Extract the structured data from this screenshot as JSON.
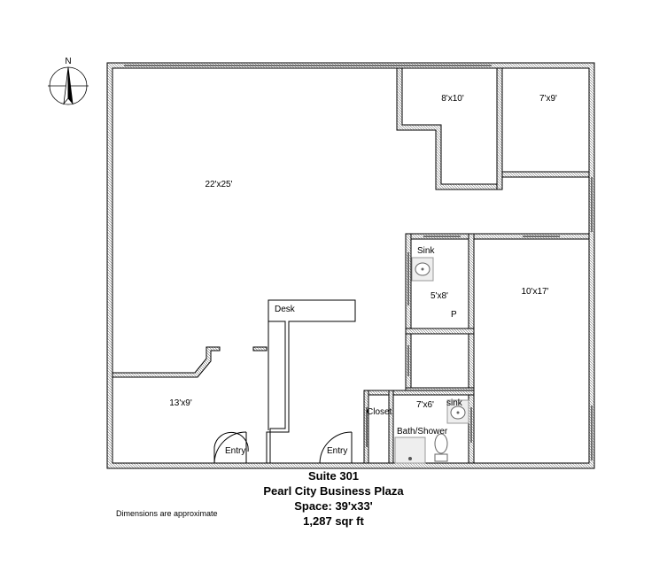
{
  "compass": {
    "label": "N"
  },
  "rooms": {
    "main": "22'x25'",
    "office_a": "8'x10'",
    "office_b": "7'x9'",
    "restroom": "5'x8'",
    "office_c": "10'x17'",
    "reception": "13'x9'",
    "bath": "7'x6'"
  },
  "labels": {
    "desk": "Desk",
    "sink_1": "Sink",
    "sink_2": "sink",
    "p": "P",
    "closet": "Closet",
    "bath_shower": "Bath/Shower",
    "entry_1": "Entry",
    "entry_2": "Entry"
  },
  "caption": {
    "line1": "Suite 301",
    "line2": "Pearl City Business Plaza",
    "line3": "Space: 39'x33'",
    "line4": "1,287 sqr ft"
  },
  "note": "Dimensions are approximate"
}
